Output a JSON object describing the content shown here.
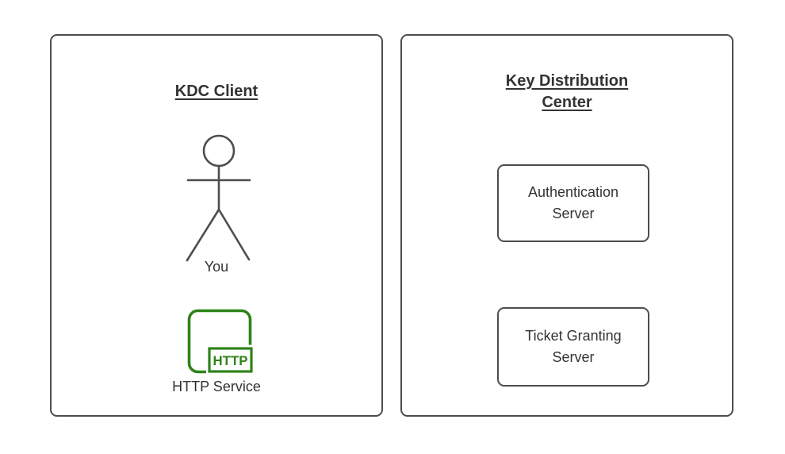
{
  "left_panel": {
    "title": "KDC Client",
    "actor_icon": "person-icon",
    "actor_label": "You",
    "service_icon": "http-service-icon",
    "service_icon_text": "HTTP",
    "service_label": "HTTP Service"
  },
  "right_panel": {
    "title": "Key Distribution Center",
    "boxes": [
      {
        "label": "Authentication Server"
      },
      {
        "label": "Ticket Granting Server"
      }
    ]
  },
  "colors": {
    "panel_border": "#4d4d4d",
    "text": "#333333",
    "accent_green": "#2e8318",
    "background": "#ffffff"
  }
}
